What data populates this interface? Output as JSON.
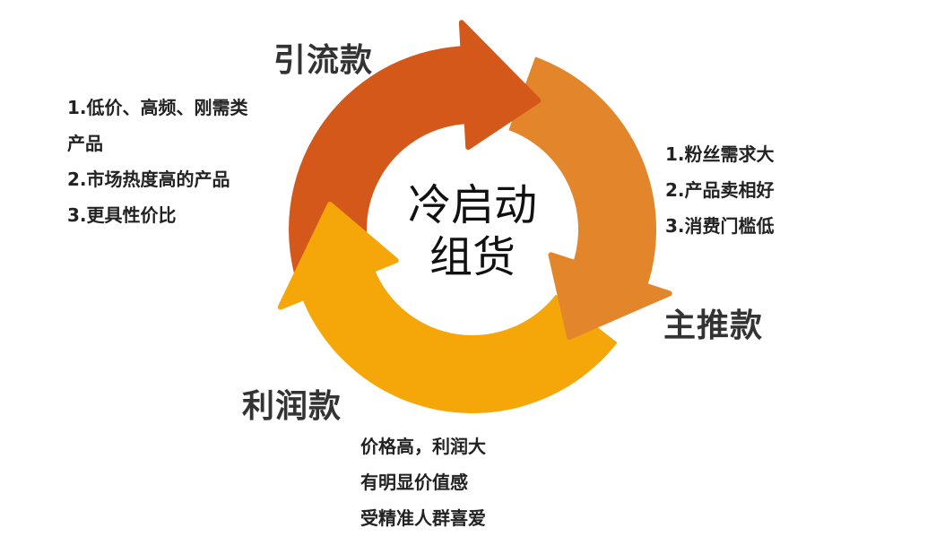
{
  "center": {
    "line1": "冷启动",
    "line2": "组货"
  },
  "segments": [
    {
      "title": "引流款",
      "color": "#D4581A",
      "items": [
        "1.低价、高频、刚需类",
        "产品",
        "2.市场热度高的产品",
        "3.更具性价比"
      ]
    },
    {
      "title": "主推款",
      "color": "#E3852A",
      "items": [
        "1.粉丝需求大",
        "2.产品卖相好",
        "3.消费门槛低"
      ]
    },
    {
      "title": "利润款",
      "color": "#F5A70A",
      "items": [
        "价格高，利润大",
        "有明显价值感",
        "受精准人群喜爱"
      ]
    }
  ]
}
